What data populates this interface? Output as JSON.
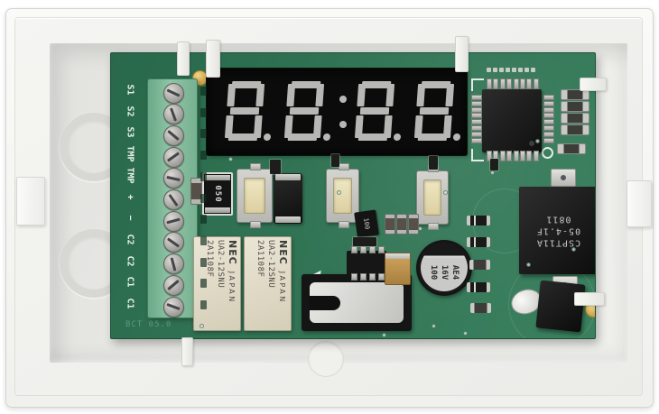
{
  "device": "white plastic enclosure with green circuit board",
  "terminal": {
    "labels": [
      "S1",
      "S2",
      "S3",
      "TMP",
      "TMP",
      "+",
      "−",
      "C2",
      "C2",
      "C1",
      "C1"
    ]
  },
  "display": {
    "digits": [
      "8",
      "8",
      "8",
      "8"
    ],
    "colon": ":",
    "state": "unlit"
  },
  "relays": [
    {
      "part": "2A1108F",
      "model": "UA2-12SNU",
      "brand": "NEC",
      "origin": "JAPAN"
    },
    {
      "part": "2A1108F",
      "model": "UA2-12SNU",
      "brand": "NEC",
      "origin": "JAPAN"
    }
  ],
  "transformer": {
    "lines": [
      "CSPT11A",
      "05-4.1F",
      "0811"
    ]
  },
  "capacitor": {
    "lines": [
      "100",
      "16V",
      "AE4"
    ]
  },
  "markings": {
    "diode": "050",
    "transistor": "100"
  },
  "pcb": {
    "bottom_marking": "BCT 05.0"
  },
  "colors": {
    "pcb_green": "#307a57",
    "terminal_green": "#8fc4a6",
    "enclosure_white": "#f3f3f0",
    "display_black": "#0b0b0b",
    "segment_gray": "#b7b7b5",
    "relay_beige": "#e0d9c6",
    "gold_pad": "#d2a94e"
  }
}
